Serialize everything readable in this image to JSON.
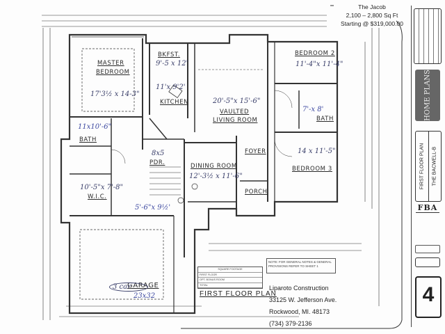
{
  "promo": {
    "model_name": "The Jacob",
    "size_range": "2,100 – 2,800 Sq Ft",
    "price": "Starting @ $319,000.00"
  },
  "rooms": {
    "master_bedroom": [
      "MASTER",
      "BEDROOM"
    ],
    "bkfst": "BKFST.",
    "kitchen": "KITCHEN",
    "living_room": [
      "VAULTED",
      "LIVING ROOM"
    ],
    "bedroom2": "BEDROOM 2",
    "bath_right": "BATH",
    "bedroom3": "BEDROOM 3",
    "bath_left": "BATH",
    "pdr": "PDR.",
    "dining_room": "DINING ROOM",
    "foyer": "FOYER",
    "porch": "PORCH",
    "wic": "W.I.C.",
    "garage": "GARAGE"
  },
  "handwritten": {
    "master": "17'3½ x 14-3\"",
    "bkfst": "9'-5 x 12'",
    "kitchen": "11'x 9'2'",
    "living": "20'-5\"x 15'-6\"",
    "bedroom2": "11'-4\"x 11'-4\"",
    "bath_right": "7'-x 8'",
    "bedroom3": "14 x 11'-5\"",
    "bath_left": "11x10'-6\"",
    "pdr": "8x5",
    "dining": "12'-3½ x 11'-6\"",
    "wic": "10'-5\"x 7'-8\"",
    "stair": "5'-6\"x 9½'",
    "garage_note": "3 car",
    "garage_dims": "23x32"
  },
  "plan_title": "FIRST FLOOR PLAN",
  "square_footage": {
    "header": "SQUARE FOOTAGE",
    "rows": [
      "FIRST FLOOR",
      "OPT. BONUS ROOM",
      "TOTAL"
    ]
  },
  "note": "NOTE: FOR GENERAL NOTES & GENERAL PROVISIONS REFER TO SHEET 1",
  "contact": {
    "company": "Liparoto Construction",
    "street": "33125 W. Jefferson Ave.",
    "city": "Rockwood, MI. 48173",
    "phone": "(734) 379-2136"
  },
  "title_block": {
    "brand": "HOME PLANS",
    "sheet_title": "FIRST FLOOR PLAN",
    "plan_name": "THE BACWELL-B",
    "firm_logo": "FBA",
    "sheet_number": "4"
  }
}
